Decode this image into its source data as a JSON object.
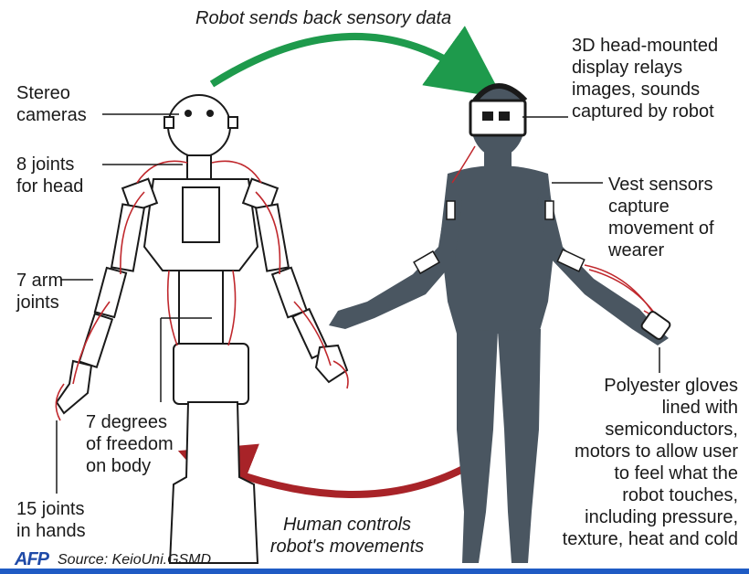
{
  "title_arrow": "Robot sends back sensory data",
  "bottom_arrow": [
    "Human controls",
    "robot's movements"
  ],
  "labels": {
    "stereo": [
      "Stereo",
      "cameras"
    ],
    "head_joints": [
      "8 joints",
      "for head"
    ],
    "arm_joints": [
      "7 arm",
      "joints"
    ],
    "body_dof": [
      "7 degrees",
      "of freedom",
      "on body"
    ],
    "hand_joints": [
      "15 joints",
      "in hands"
    ],
    "display": [
      "3D head-mounted",
      "display relays",
      "images, sounds",
      "captured by robot"
    ],
    "vest": [
      "Vest sensors",
      "capture",
      "movement of",
      "wearer"
    ],
    "gloves": [
      "Polyester gloves",
      "lined with",
      "semiconductors,",
      "motors to allow user",
      "to feel what the",
      "robot touches,",
      "including pressure,",
      "texture, heat and cold"
    ]
  },
  "source": {
    "logo": "AFP",
    "text": "Source: KeioUni.GSMD"
  },
  "colors": {
    "green_arrow": "#1e9a4c",
    "red_arrow": "#a82328",
    "human": "#4a5661",
    "wires": "#c0282d",
    "footer_bar": "#1f5bc4"
  }
}
